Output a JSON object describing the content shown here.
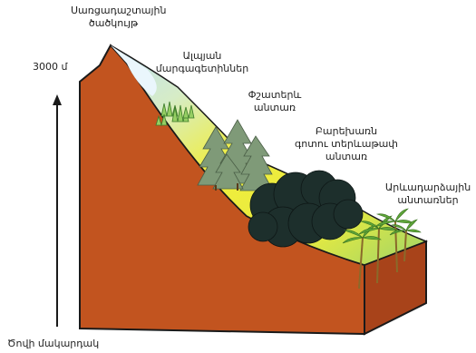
{
  "labels": {
    "summit": [
      "Սառցադաշտային",
      "ծածկույթ"
    ],
    "meadows": [
      "Ալպյան",
      "մարգագետիններ"
    ],
    "conifer": [
      "Փշատերև",
      "անտառ"
    ],
    "broadleaf": [
      "Բարեխառն",
      "գոտու տերևաթափ",
      "անտառ"
    ],
    "tropical": [
      "Արևադարձային",
      "անտառներ"
    ],
    "altitude": "3000 մ",
    "sea_level": "Ծովի մակարդակ"
  },
  "colors": {
    "mountain_side": "#c2541f",
    "mountain_shade": "#a8431a",
    "outline": "#1a1a1a",
    "ice": "#b7dcf2",
    "meadow": "#b8df9e",
    "yellow_belt": "#f0ee38",
    "grass": "#96cf63",
    "conifer": "#7f9a78",
    "broadleaf": "#1d2f2c",
    "palm": "#5fa63a"
  }
}
